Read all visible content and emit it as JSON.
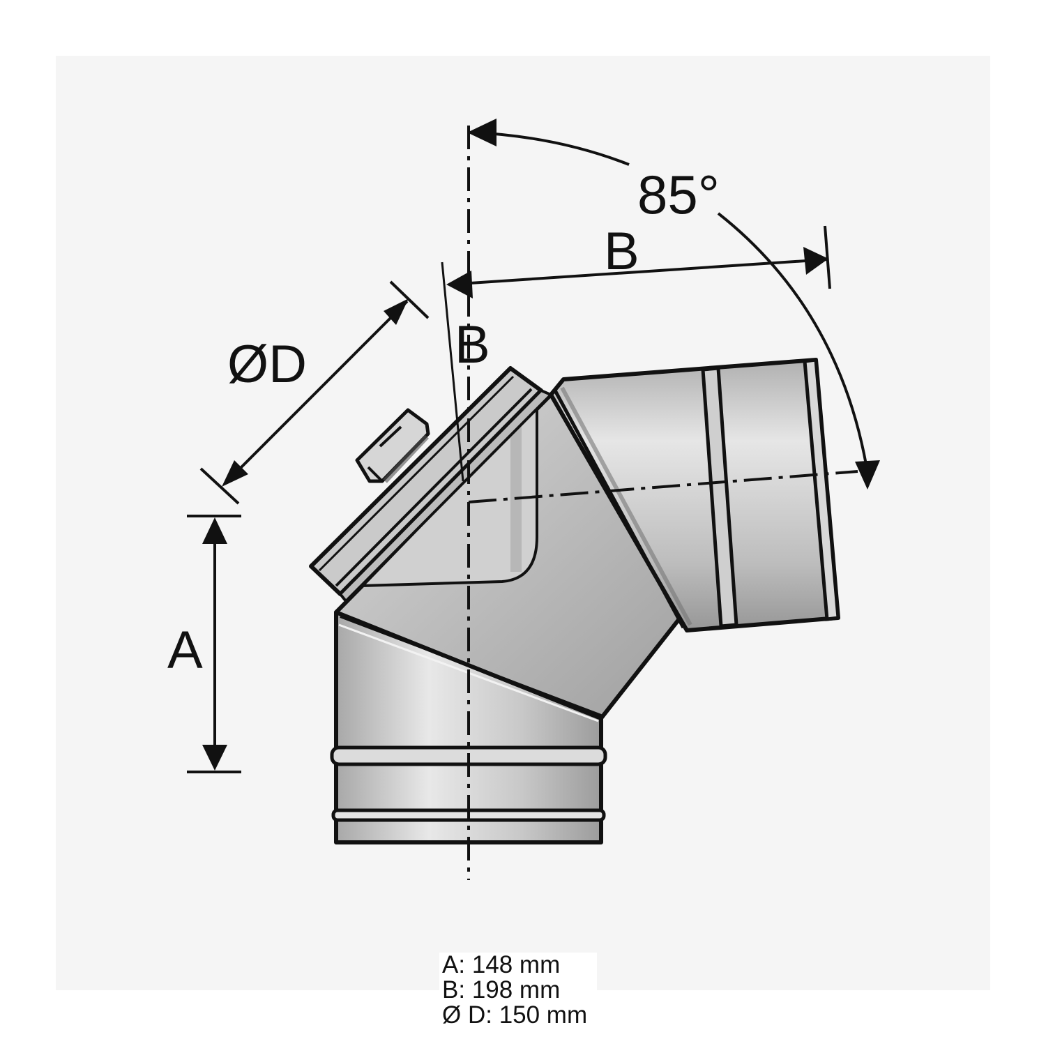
{
  "diagram": {
    "subject": "Chimney pipe elbow with cleanout door",
    "angle_label": "85°",
    "dimension_labels": {
      "a": "A",
      "b_horizontal": "B",
      "b_vertical": "B",
      "diameter": "ØD"
    }
  },
  "legend": {
    "rows": [
      {
        "key": "A:",
        "value": "148 mm"
      },
      {
        "key": "B:",
        "value": "198 mm"
      },
      {
        "key": "Ø D:",
        "value": "150 mm"
      }
    ]
  },
  "colors": {
    "background": "#ffffff",
    "panel": "#f5f5f5",
    "line": "#111111",
    "metal_light": "#e6e6e6",
    "metal_mid": "#c4c4c4",
    "metal_dark": "#9a9a9a"
  }
}
